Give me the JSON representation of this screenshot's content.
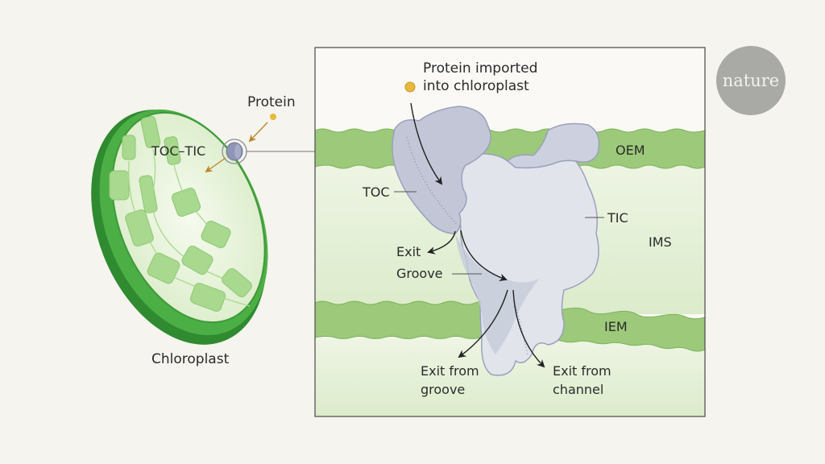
{
  "figure": {
    "chloroplast": {
      "title": "Chloroplast",
      "protein_label": "Protein",
      "complex_label": "TOC–TIC"
    },
    "inset": {
      "incoming_label_line1": "Protein imported",
      "incoming_label_line2": "into chloroplast",
      "labels": {
        "oem": "OEM",
        "ims": "IMS",
        "iem": "IEM",
        "toc": "TOC",
        "tic": "TIC",
        "exit": "Exit",
        "groove": "Groove",
        "exit_groove_line1": "Exit from",
        "exit_groove_line2": "groove",
        "exit_channel_line1": "Exit from",
        "exit_channel_line2": "channel"
      }
    },
    "logo": {
      "text": "nature"
    },
    "colors": {
      "background": "#f5f4ee",
      "membrane": "#9cc97a",
      "stroma": "#e6f1d8",
      "chloroplast_rim": "#3e9a3a",
      "protein_complex": "#c9ccd9",
      "protein_dot": "#e8b93a",
      "arrow_gold": "#b8862a"
    }
  }
}
